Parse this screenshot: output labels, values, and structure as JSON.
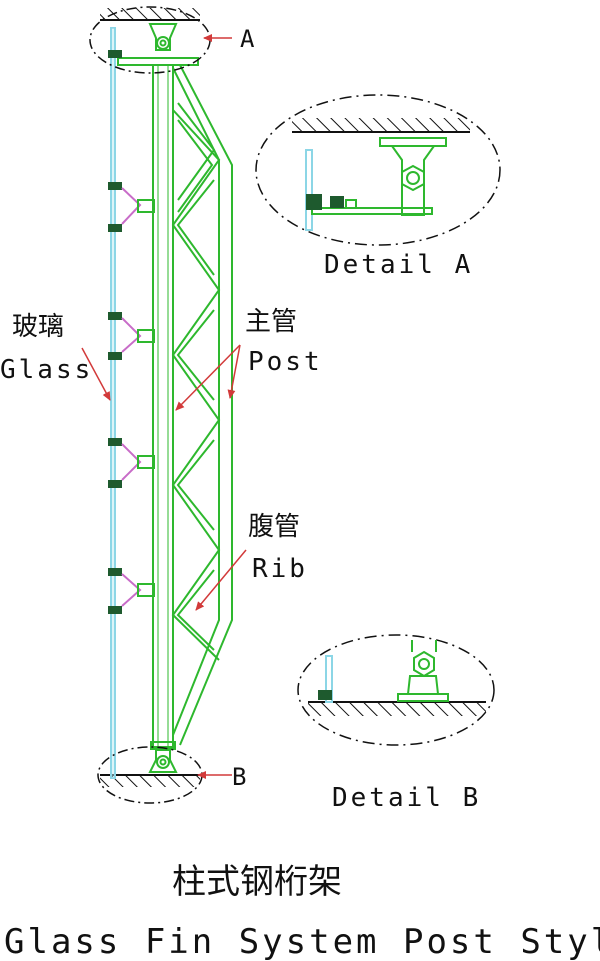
{
  "callouts": {
    "a": "A",
    "b": "B"
  },
  "details": {
    "a": "Detail A",
    "b": "Detail B"
  },
  "labels": {
    "glass_cn": "玻璃",
    "glass_en": "Glass",
    "post_cn": "主管",
    "post_en": "Post",
    "rib_cn": "腹管",
    "rib_en": "Rib"
  },
  "title": {
    "cn": "柱式钢桁架",
    "en": "Glass Fin System Post Style"
  },
  "colors": {
    "steel": "#2eb82e",
    "glass": "#8cd6e6",
    "bracket": "#c86cc8",
    "arrow": "#d23a3a",
    "line": "#111111",
    "fitting": "#1e5a2e"
  }
}
